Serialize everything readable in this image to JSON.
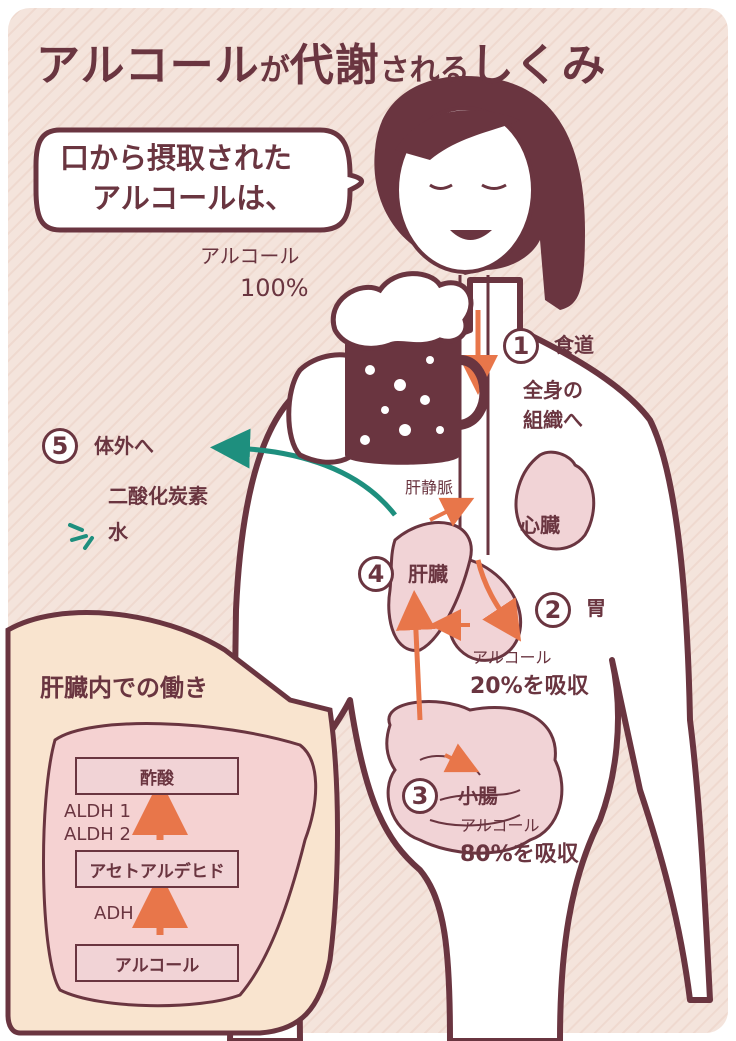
{
  "title": {
    "part1": "アルコール",
    "part2": "が",
    "part3": "代謝",
    "part4": "される",
    "part5": "しくみ"
  },
  "bubble": {
    "line1": "口から摂取された",
    "line2": "アルコールは、"
  },
  "intake": {
    "label": "アルコール",
    "percent": "100%"
  },
  "steps": {
    "esophagus": {
      "number": "1",
      "label": "食道"
    },
    "stomach": {
      "number": "2",
      "label": "胃",
      "absorb_label": "アルコール",
      "absorb_value": "20%を吸収"
    },
    "small_intestine": {
      "number": "3",
      "label": "小腸",
      "absorb_label": "アルコール",
      "absorb_value": "80%を吸収"
    },
    "liver": {
      "number": "4",
      "label": "肝臓"
    },
    "out": {
      "number": "5",
      "label": "体外へ",
      "items": [
        "二酸化炭素",
        "水"
      ]
    }
  },
  "body_labels": {
    "whole_body": [
      "全身の",
      "組織へ"
    ],
    "heart": "心臓",
    "hepatic_vein": "肝静脈"
  },
  "liver_inset": {
    "heading": "肝臓内での働き",
    "boxes": [
      "酢酸",
      "アセトアルデヒド",
      "アルコール"
    ],
    "enzymes": [
      "ALDH 1",
      "ALDH 2",
      "ADH"
    ]
  },
  "colors": {
    "background": "#f4e4dc",
    "outline": "#6a3540",
    "skin": "#ffffff",
    "organ": "#f1d3d6",
    "arrow_orange": "#e8764a",
    "arrow_teal": "#1e8f7e",
    "inset": "#f9e4cf"
  }
}
